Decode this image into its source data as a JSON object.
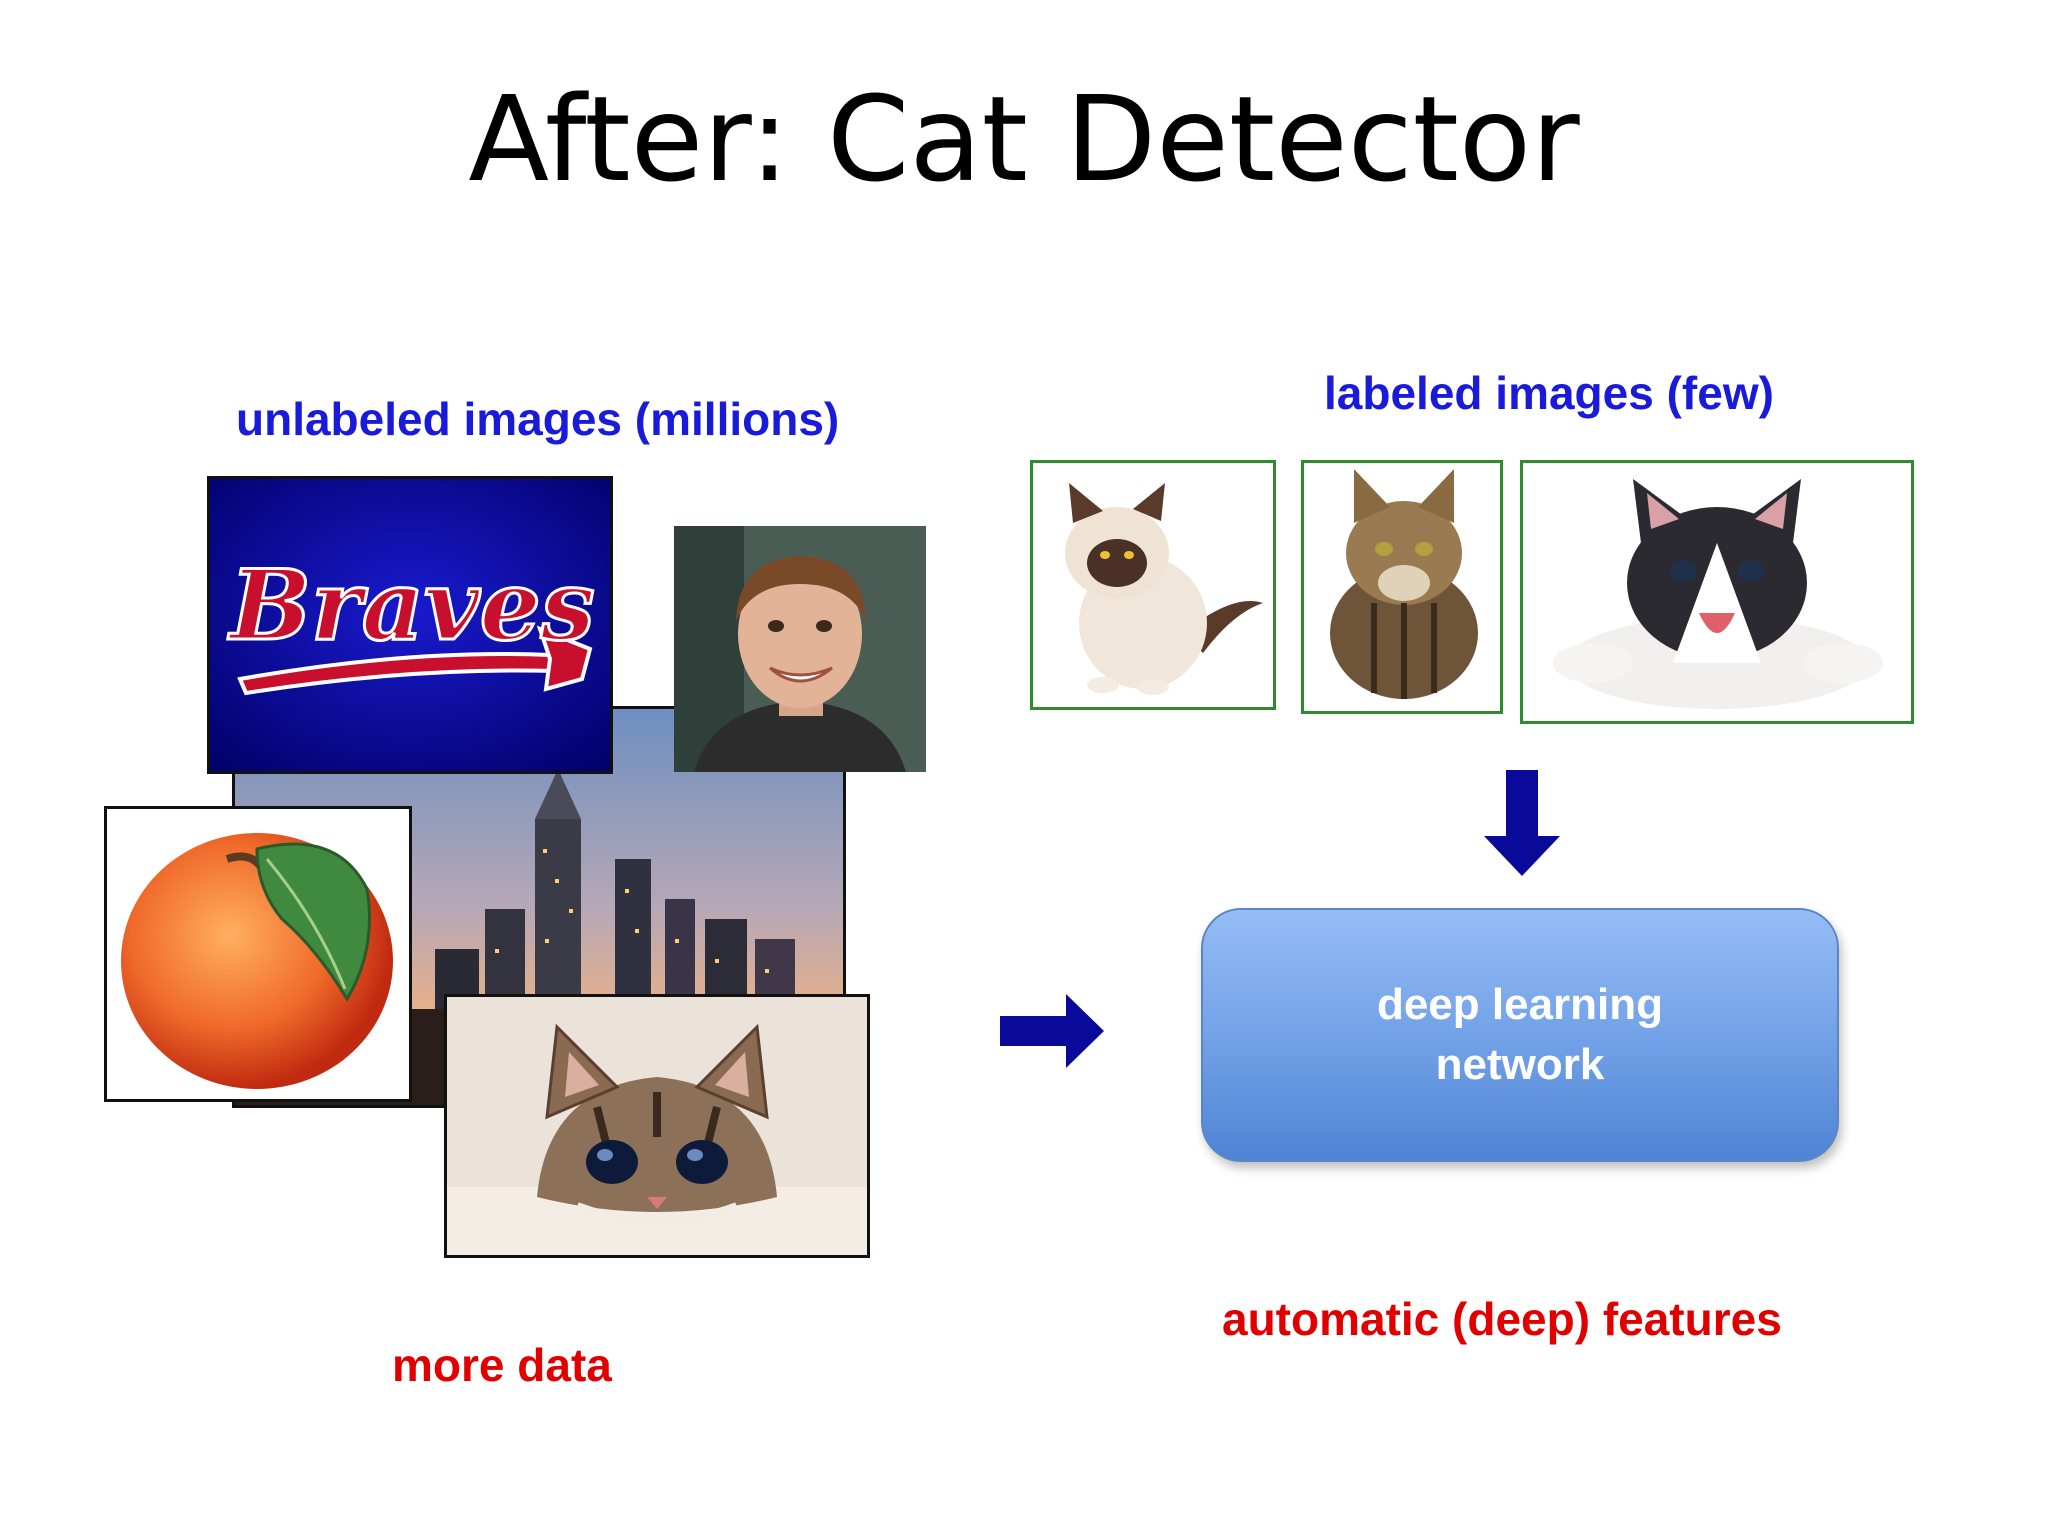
{
  "slide": {
    "title": "After: Cat Detector"
  },
  "left_panel": {
    "heading": "unlabeled images (millions)",
    "footer": "more data",
    "braves_logo_text": "Braves",
    "images": [
      "braves-logo",
      "person-portrait",
      "city-skyline",
      "peach",
      "kitten"
    ]
  },
  "right_panel": {
    "heading": "labeled images (few)",
    "images": [
      "cat-siamese",
      "cat-maine-coon",
      "kitten-black-white"
    ],
    "network_line1": "deep learning",
    "network_line2": "network",
    "footer": "automatic (deep) features"
  },
  "colors": {
    "heading_blue": "#1a1adb",
    "footer_red": "#e00000",
    "arrow_navy": "#0a0a9a",
    "frame_green": "#2e8b2e",
    "network_blue": "#6f9fe6"
  }
}
